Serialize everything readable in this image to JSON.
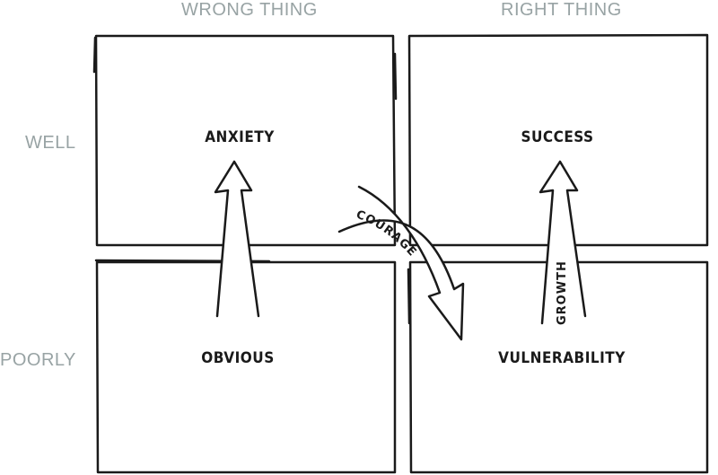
{
  "columns": {
    "left": "WRONG THING",
    "right": "RIGHT THING"
  },
  "rows": {
    "top": "WELL",
    "bottom": "POORLY"
  },
  "quadrants": {
    "top_left": "ANXIETY",
    "top_right": "SUCCESS",
    "bottom_left": "OBVIOUS",
    "bottom_right": "VULNERABILITY"
  },
  "arrows": {
    "courage": "COURAGE",
    "growth": "GROWTH"
  }
}
